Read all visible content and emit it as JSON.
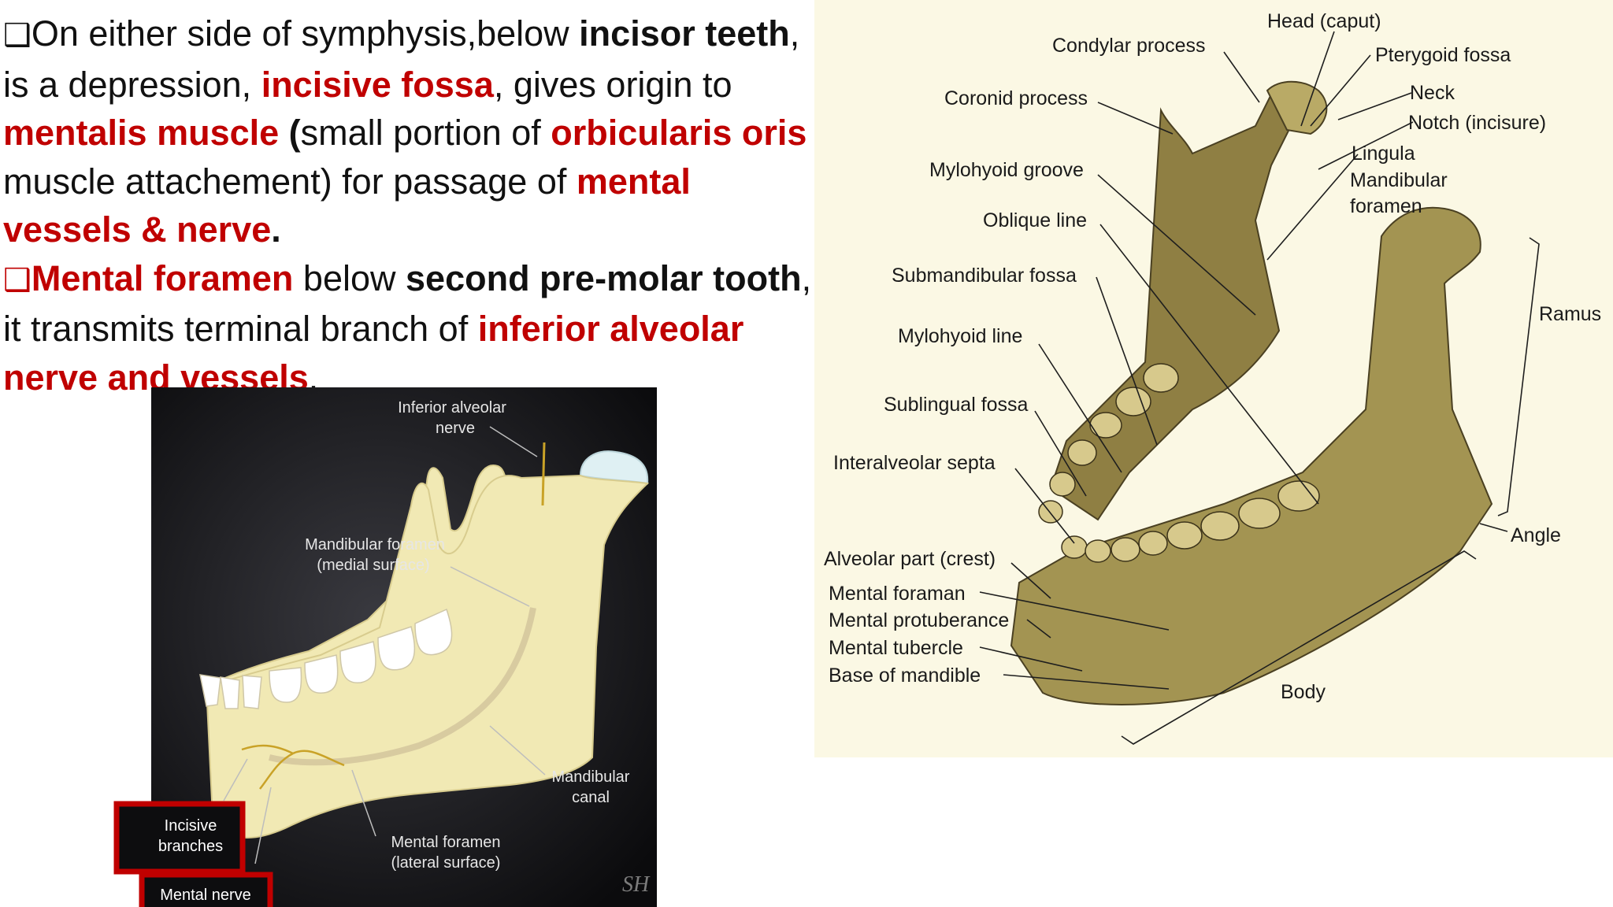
{
  "text": {
    "p1": {
      "a": "On either side of symphysis,below ",
      "b": "incisor teeth",
      "c": ", is a depression, ",
      "d": "incisive fossa",
      "e": ", gives origin to ",
      "f": "mentalis  muscle",
      "g": " (",
      "h": "small portion of ",
      "i": "orbicularis oris",
      "j": " muscle attachement) for passage of ",
      "k": "mental vessels & nerve",
      "l": "."
    },
    "p2": {
      "a": "Mental foramen",
      "b": " below ",
      "c": "second pre-molar tooth",
      "d": ", it transmits terminal branch of ",
      "e": "inferior alveolar nerve and vessels",
      "f": "."
    },
    "bullet_symbol": "❑"
  },
  "figure_left": {
    "labels": {
      "inferior_alveolar": [
        "Inferior alveolar",
        "nerve"
      ],
      "mandibular_foramen": [
        "Mandibular foramen",
        "(medial surface)"
      ],
      "mandibular_canal": [
        "Mandibular",
        "canal"
      ],
      "mental_foramen": [
        "Mental foramen",
        "(lateral surface)"
      ],
      "incisive_branches": [
        "Incisive",
        "branches"
      ],
      "mental_nerve": "Mental nerve",
      "watermark": "SH"
    },
    "colors": {
      "background": "#0d0d0f",
      "bone": "#f1e9b4",
      "nerve": "#c9a227",
      "highlight_box": "#c00000"
    }
  },
  "figure_right": {
    "labels": {
      "head": "Head (caput)",
      "condylar": "Condylar process",
      "pterygoid": "Pterygoid fossa",
      "coronoid": "Coronid process",
      "neck": "Neck",
      "notch": "Notch (incisure)",
      "mylohyoid_groove": "Mylohyoid groove",
      "lingula": "Lingula",
      "mandibular_foramen": "Mandibular",
      "foramen": "foramen",
      "oblique": "Oblique line",
      "submandibular": "Submandibular fossa",
      "ramus": "Ramus",
      "mylohyoid_line": "Mylohyoid line",
      "sublingual": "Sublingual fossa",
      "interalveolar": "Interalveolar septa",
      "angle": "Angle",
      "alveolar": "Alveolar part (crest)",
      "mental_foramen": "Mental foraman",
      "protuberance": "Mental protuberance",
      "tubercle": "Mental tubercle",
      "base": "Base of mandible",
      "body": "Body"
    },
    "colors": {
      "background": "#fbf8e4",
      "bone": "#9c8a4a"
    }
  }
}
